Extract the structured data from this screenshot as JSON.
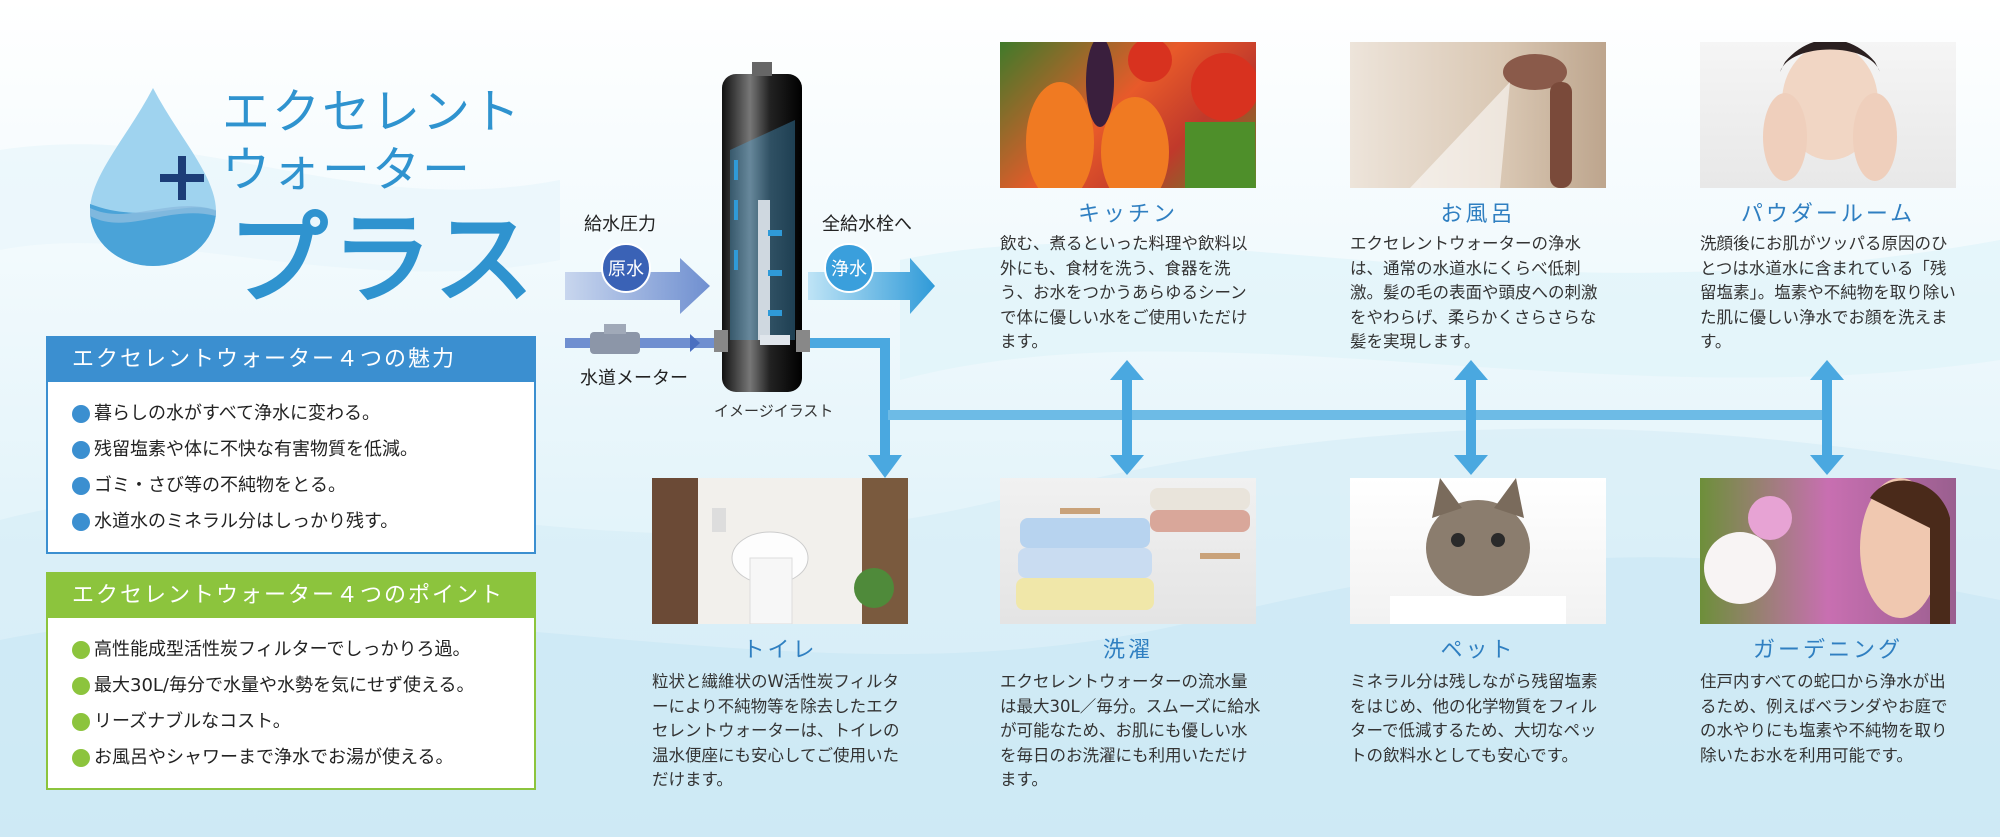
{
  "brand": {
    "line1": "エクセレント",
    "line2": "ウォーター",
    "line3": "プラス"
  },
  "charms": {
    "title": "エクセレントウォーター４つの魅力",
    "items": [
      "暮らしの水がすべて浄水に変わる。",
      "残留塩素や体に不快な有害物質を低減。",
      "ゴミ・さび等の不純物をとる。",
      "水道水のミネラル分はしっかり残す。"
    ]
  },
  "points": {
    "title": "エクセレントウォーター４つのポイント",
    "items": [
      "高性能成型活性炭フィルターでしっかりろ過。",
      "最大30L/毎分で水量や水勢を気にせず使える。",
      "リーズナブルなコスト。",
      "お風呂やシャワーまで浄水でお湯が使える。"
    ]
  },
  "diagram": {
    "pressure_label": "給水圧力",
    "raw_water": "原水",
    "meter_label": "水道メーター",
    "image_caption": "イメージイラスト",
    "outlet_label": "全給水栓へ",
    "clean_water": "浄水"
  },
  "uses": [
    {
      "title": "キッチン",
      "text": "飲む、煮るといった料理や飲料以外にも、食材を洗う、食器を洗う、お水をつかうあらゆるシーンで体に優しい水をご使用いただけます。"
    },
    {
      "title": "お風呂",
      "text": "エクセレントウォーターの浄水は、通常の水道水にくらべ低刺激。髪の毛の表面や頭皮への刺激をやわらげ、柔らかくさらさらな髪を実現します。"
    },
    {
      "title": "パウダールーム",
      "text": "洗顔後にお肌がツッパる原因のひとつは水道水に含まれている「残留塩素」。塩素や不純物を取り除いた肌に優しい浄水でお顔を洗えます。"
    },
    {
      "title": "トイレ",
      "text": "粒状と繊維状のW活性炭フィルターにより不純物等を除去したエクセレントウォーターは、トイレの温水便座にも安心してご使用いただけます。"
    },
    {
      "title": "洗濯",
      "text": "エクセレントウォーターの流水量は最大30L／毎分。スムーズに給水が可能なため、お肌にも優しい水を毎日のお洗濯にも利用いただけます。"
    },
    {
      "title": "ペット",
      "text": "ミネラル分は残しながら残留塩素をはじめ、他の化学物質をフィルターで低減するため、大切なペットの飲料水としても安心です。"
    },
    {
      "title": "ガーデニング",
      "text": "住戸内すべての蛇口から浄水が出るため、例えばベランダやお庭での水やりにも塩素や不純物を取り除いたお水を利用可能です。"
    }
  ],
  "colors": {
    "brand_blue": "#2f93cf",
    "charms_blue": "#3b8fd0",
    "points_green": "#8cc43d",
    "pipe_blue": "#4aa8e0",
    "title_blue": "#2f7fc1"
  },
  "icons": {
    "logo": "water-drop-plus-icon",
    "filter": "filter-cylinder-icon",
    "meter": "water-meter-icon"
  }
}
